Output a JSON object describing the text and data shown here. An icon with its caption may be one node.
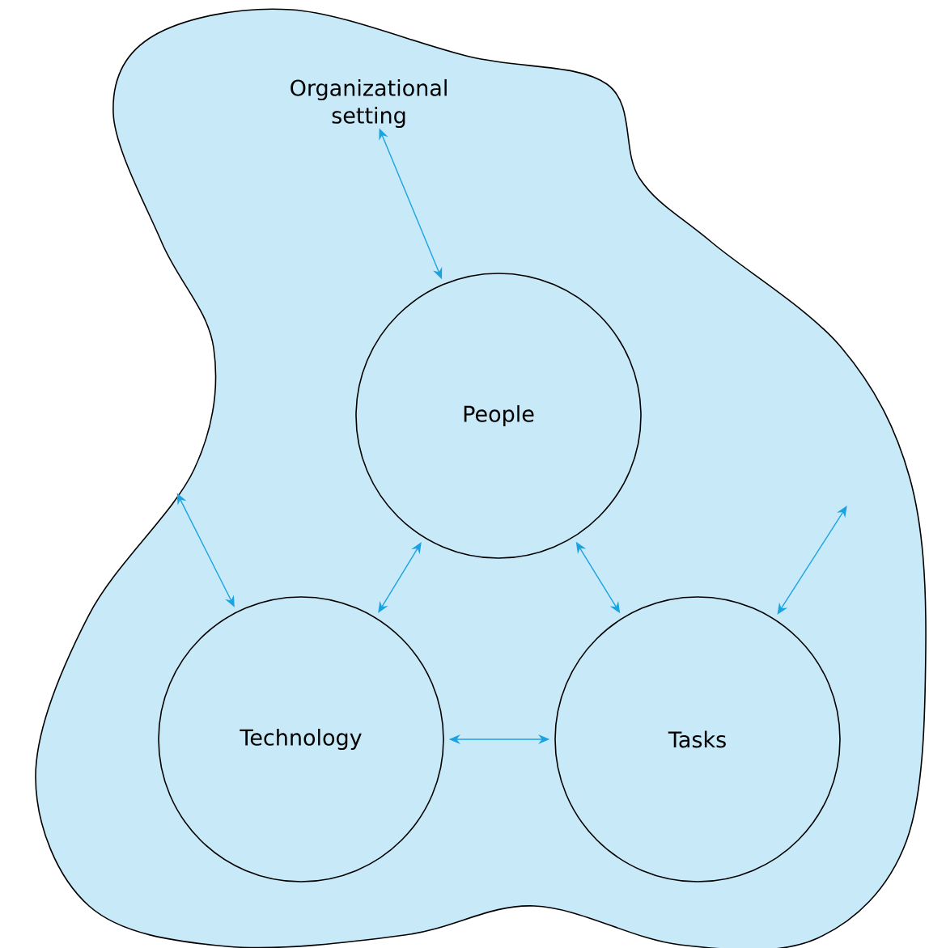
{
  "diagram": {
    "nodes": [
      {
        "text": [
          "Organizational setting"
        ]
      },
      {
        "text": [
          "People"
        ],
        "in": 0
      },
      {
        "text": [
          "Technology"
        ],
        "in": 0
      },
      {
        "text": [
          "Tasks"
        ],
        "in": 0
      }
    ],
    "edges": [
      {
        "from": 0,
        "to": 1,
        "arrow": "both"
      },
      {
        "from": 0,
        "to": 2,
        "arrow": "both"
      },
      {
        "from": 0,
        "to": 3,
        "arrow": "both"
      },
      {
        "from": 2,
        "to": 1,
        "arrow": "both"
      },
      {
        "from": 1,
        "to": 3,
        "arrow": "both"
      },
      {
        "from": 2,
        "to": 3,
        "arrow": "both"
      }
    ]
  }
}
